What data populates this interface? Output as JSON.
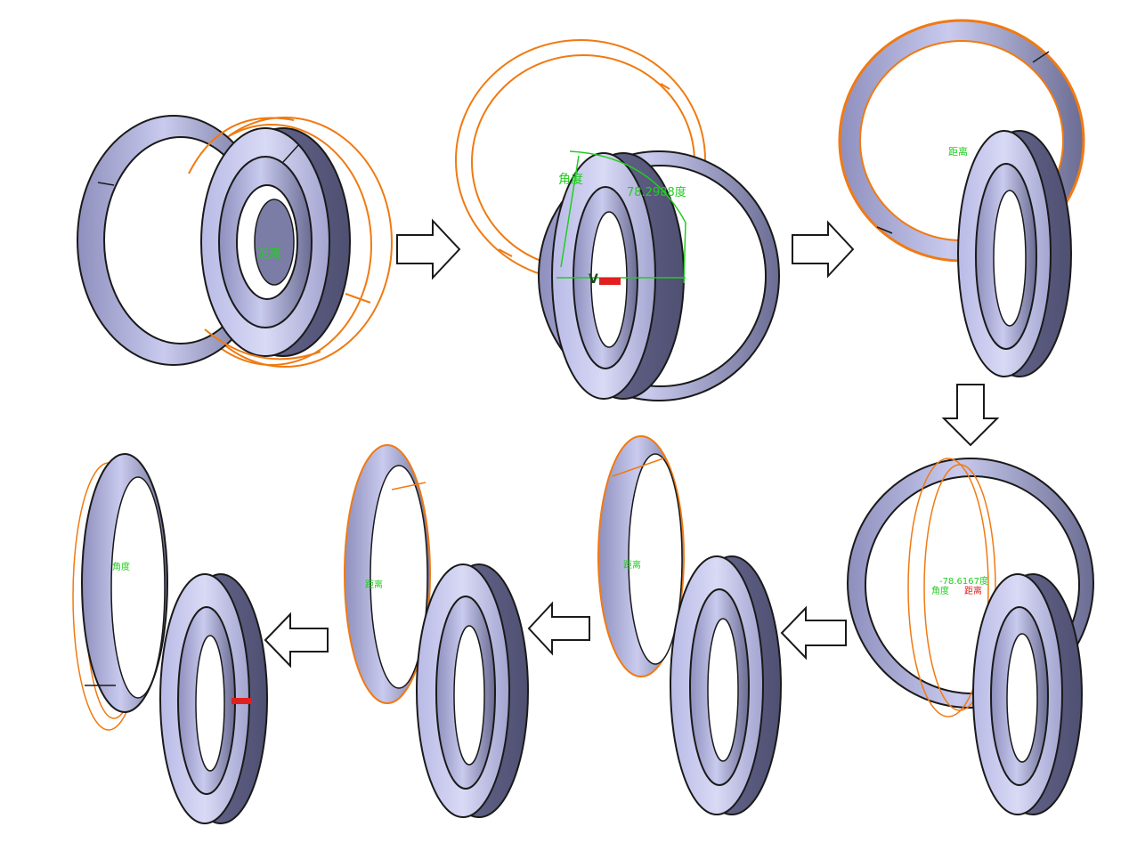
{
  "colors": {
    "background": "#ffffff",
    "ring_light": "#c6c7ec",
    "ring_mid": "#9495c2",
    "ring_dark": "#5a5b7e",
    "outline": "#1a1a1a",
    "constraint_orange": "#f07a12",
    "annotation_green": "#22cc22",
    "annotation_red": "#e02020"
  },
  "steps": [
    {
      "annotations": {
        "distance": "距离"
      }
    },
    {
      "annotations": {
        "angle": "角度",
        "angle_value": "78.2988度",
        "v_marker": "V"
      }
    },
    {
      "annotations": {
        "distance": "距离"
      }
    },
    {
      "annotations": {
        "angle_value": "-78.6167度",
        "angle": "角度",
        "distance": "距离"
      }
    },
    {
      "annotations": {
        "distance": "距离"
      }
    },
    {
      "annotations": {
        "distance": "距离"
      }
    },
    {
      "annotations": {
        "angle": "角度"
      }
    }
  ],
  "arrows": [
    {
      "direction": "right"
    },
    {
      "direction": "right"
    },
    {
      "direction": "down"
    },
    {
      "direction": "left"
    },
    {
      "direction": "left"
    },
    {
      "direction": "left"
    }
  ]
}
